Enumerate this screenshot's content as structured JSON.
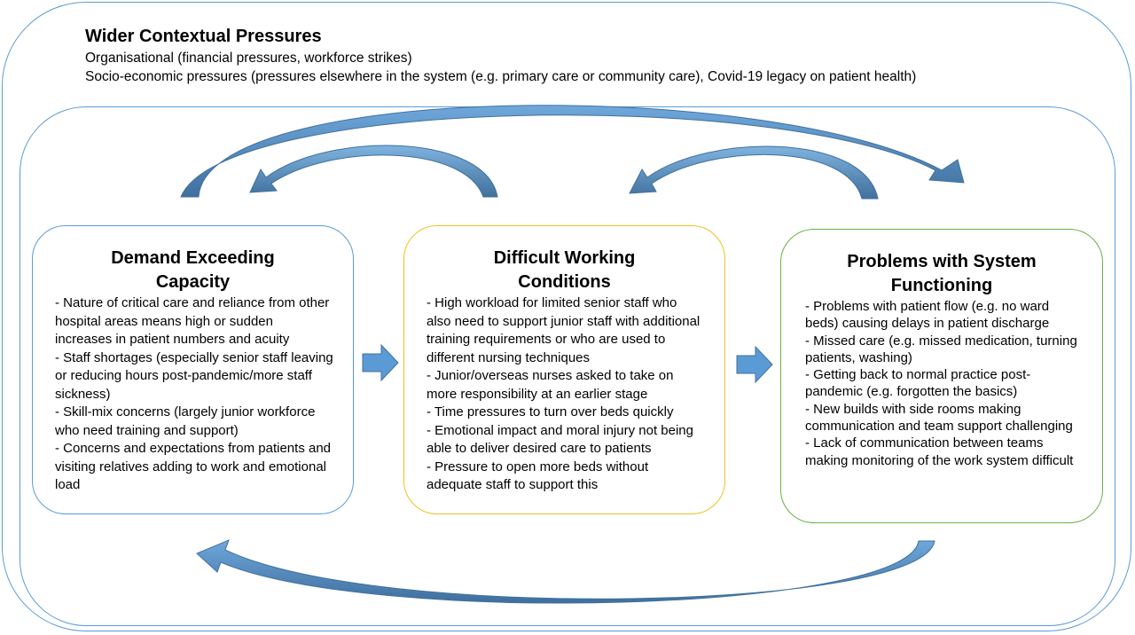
{
  "context": {
    "title": "Wider Contextual Pressures",
    "lines": [
      "Organisational (financial pressures, workforce strikes)",
      "Socio-economic pressures (pressures elsewhere in the system (e.g. primary care or community care), Covid-19 legacy on patient health)"
    ]
  },
  "boxes": [
    {
      "title_lines": [
        "Demand Exceeding",
        "Capacity"
      ],
      "items": [
        "- Nature of critical care and reliance from other hospital areas means high or sudden increases in patient numbers and acuity",
        "- Staff shortages (especially senior staff leaving or reducing hours post-pandemic/more staff sickness)",
        "- Skill-mix concerns (largely junior workforce who need training and support)",
        "- Concerns and expectations from patients and visiting relatives adding to work and emotional load"
      ]
    },
    {
      "title_lines": [
        "Difficult Working",
        "Conditions"
      ],
      "items": [
        "- High workload for limited senior staff who also need to support junior staff with additional training requirements or who are used to different nursing techniques",
        "- Junior/overseas nurses asked to take on more responsibility at an earlier stage",
        "- Time pressures to turn over beds quickly",
        "- Emotional impact and moral injury not being able to deliver desired care to patients",
        "- Pressure to open more beds without adequate staff to support this"
      ]
    },
    {
      "title_lines": [
        "Problems with System",
        "Functioning"
      ],
      "items": [
        "- Problems with patient flow (e.g. no ward beds) causing delays in patient discharge",
        "- Missed care (e.g. missed medication, turning patients, washing)",
        "- Getting back to normal practice post-pandemic (e.g. forgotten the basics)",
        "- New builds with side rooms making communication and team support challenging",
        "- Lack of communication between teams making monitoring of the work system difficult"
      ]
    }
  ],
  "colors": {
    "outer_border": "#5b9bd5",
    "demand_border": "#5b9bd5",
    "working_border": "#f0c020",
    "system_border": "#70ad47",
    "arrow_light": "#5b9bd5",
    "arrow_dark": "#41719c"
  }
}
